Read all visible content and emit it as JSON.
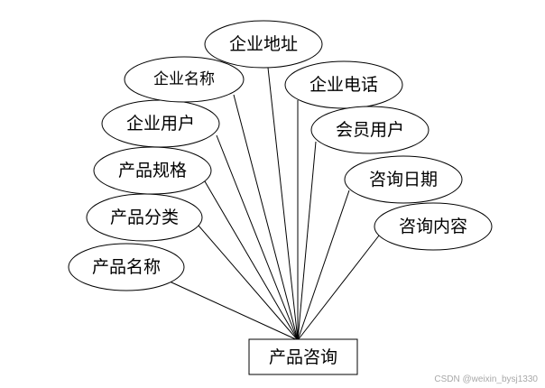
{
  "entity": {
    "label": "产品咨询"
  },
  "attributes": [
    {
      "key": "name",
      "label": "产品名称"
    },
    {
      "key": "category",
      "label": "产品分类"
    },
    {
      "key": "spec",
      "label": "产品规格"
    },
    {
      "key": "company_user",
      "label": "企业用户"
    },
    {
      "key": "company_name",
      "label": "企业名称"
    },
    {
      "key": "company_addr",
      "label": "企业地址"
    },
    {
      "key": "company_phone",
      "label": "企业电话"
    },
    {
      "key": "member_user",
      "label": "会员用户"
    },
    {
      "key": "consult_date",
      "label": "咨询日期"
    },
    {
      "key": "consult_body",
      "label": "咨询内容"
    }
  ],
  "watermark": {
    "text": "CSDN @weixin_bysj1330"
  },
  "colors": {
    "stroke": "#000000",
    "background": "#ffffff",
    "watermark": "#a8a8a8"
  }
}
